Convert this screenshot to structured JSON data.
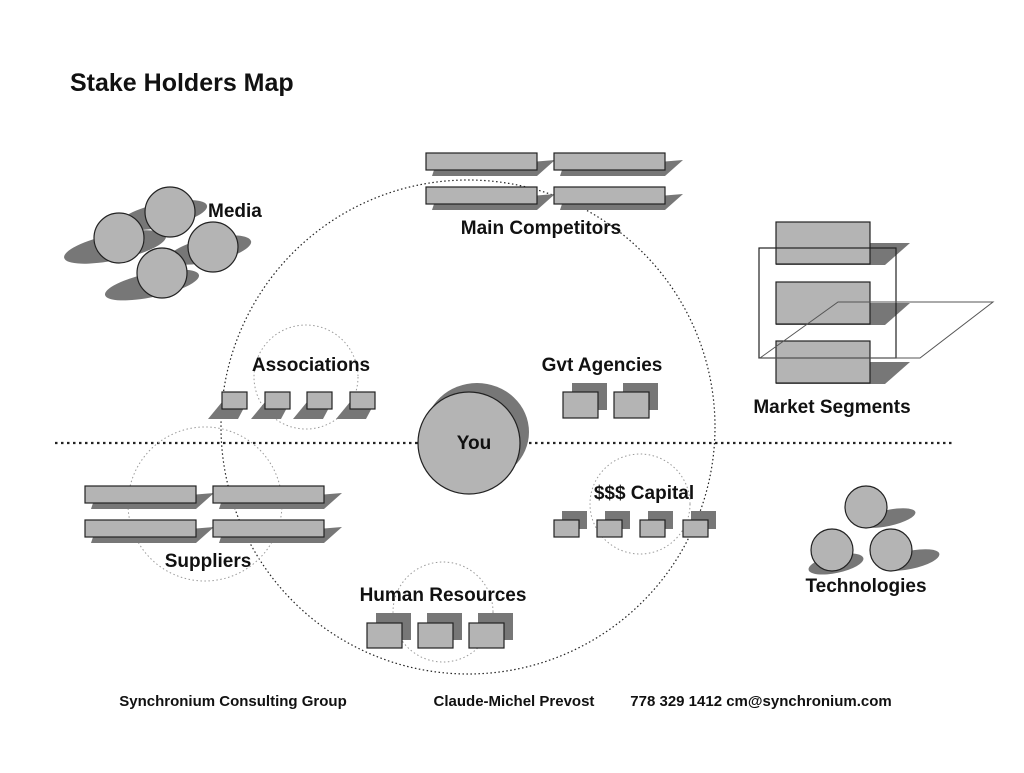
{
  "title": "Stake Holders Map",
  "center_label": "You",
  "groups": {
    "media": "Media",
    "main_competitors": "Main Competitors",
    "market_segments": "Market Segments",
    "associations": "Associations",
    "gvt_agencies": "Gvt Agencies",
    "capital": "$$$ Capital",
    "suppliers": "Suppliers",
    "human_resources": "Human Resources",
    "technologies": "Technologies"
  },
  "footer": {
    "company": "Synchronium Consulting Group",
    "person": "Claude-Michel Prevost",
    "contact": "778 329 1412 cm@synchronium.com"
  },
  "colors": {
    "box_fill": "#b4b4b4",
    "shadow": "#777777",
    "stroke": "#222222",
    "background": "#ffffff"
  }
}
